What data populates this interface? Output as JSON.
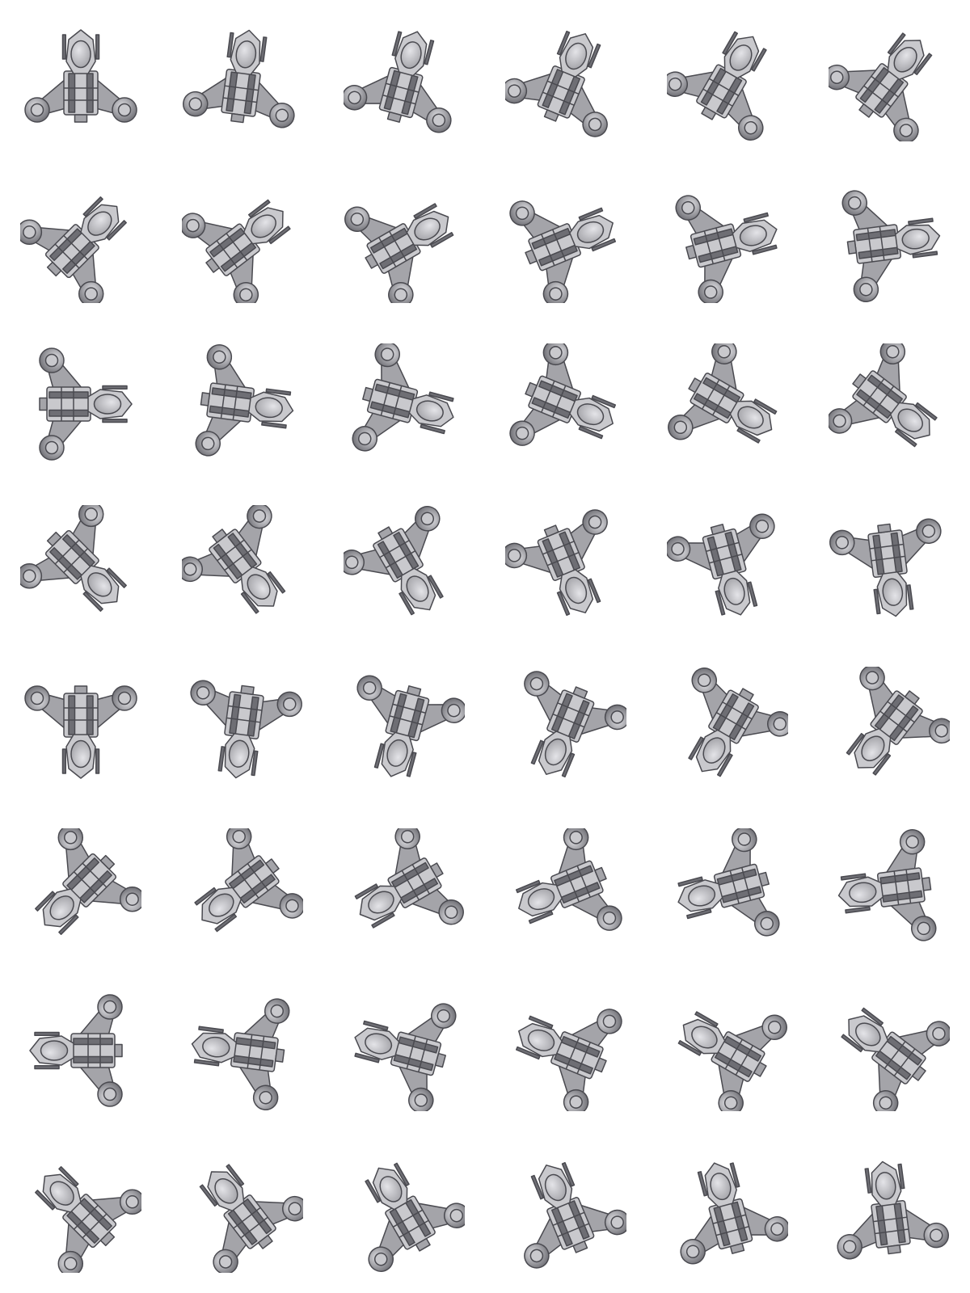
{
  "sheet": {
    "rows": 8,
    "columns": 6,
    "frame_count": 48,
    "background_color": "#ffffff",
    "sprite_colors": {
      "hull_light": "#c9c9cd",
      "hull_mid": "#a4a4a9",
      "hull_dark": "#6e6e74",
      "outline": "#4a4a50"
    }
  }
}
